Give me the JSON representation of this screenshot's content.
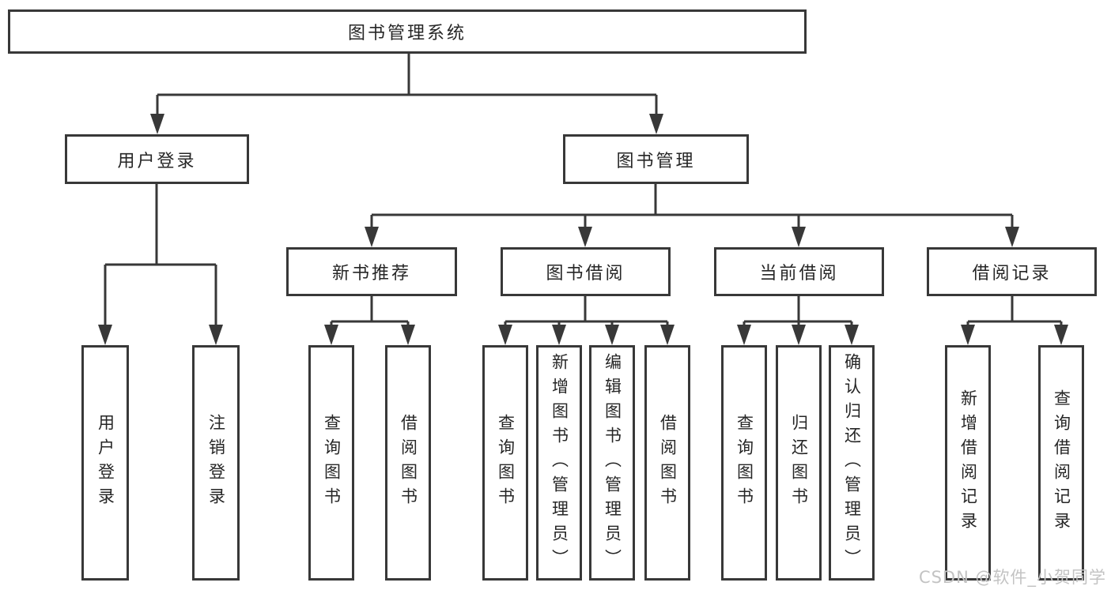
{
  "diagram": {
    "root": {
      "label": "图书管理系统",
      "children": [
        {
          "label": "用户登录",
          "children": [
            {
              "label": "用户登录"
            },
            {
              "label": "注销登录"
            }
          ]
        },
        {
          "label": "图书管理",
          "children": [
            {
              "label": "新书推荐",
              "children": [
                {
                  "label": "查询图书"
                },
                {
                  "label": "借阅图书"
                }
              ]
            },
            {
              "label": "图书借阅",
              "children": [
                {
                  "label": "查询图书"
                },
                {
                  "label": "新增图书（管理员）"
                },
                {
                  "label": "编辑图书（管理员）"
                },
                {
                  "label": "借阅图书"
                }
              ]
            },
            {
              "label": "当前借阅",
              "children": [
                {
                  "label": "查询图书"
                },
                {
                  "label": "归还图书"
                },
                {
                  "label": "确认归还（管理员）"
                }
              ]
            },
            {
              "label": "借阅记录",
              "children": [
                {
                  "label": "新增借阅记录"
                },
                {
                  "label": "查询借阅记录"
                }
              ]
            }
          ]
        }
      ]
    }
  },
  "watermark": {
    "text": "CSDN @软件_小贺同学",
    "color": "#c3c3c3"
  },
  "colors": {
    "line": "#383838",
    "text": "#262626",
    "background": "#ffffff"
  }
}
